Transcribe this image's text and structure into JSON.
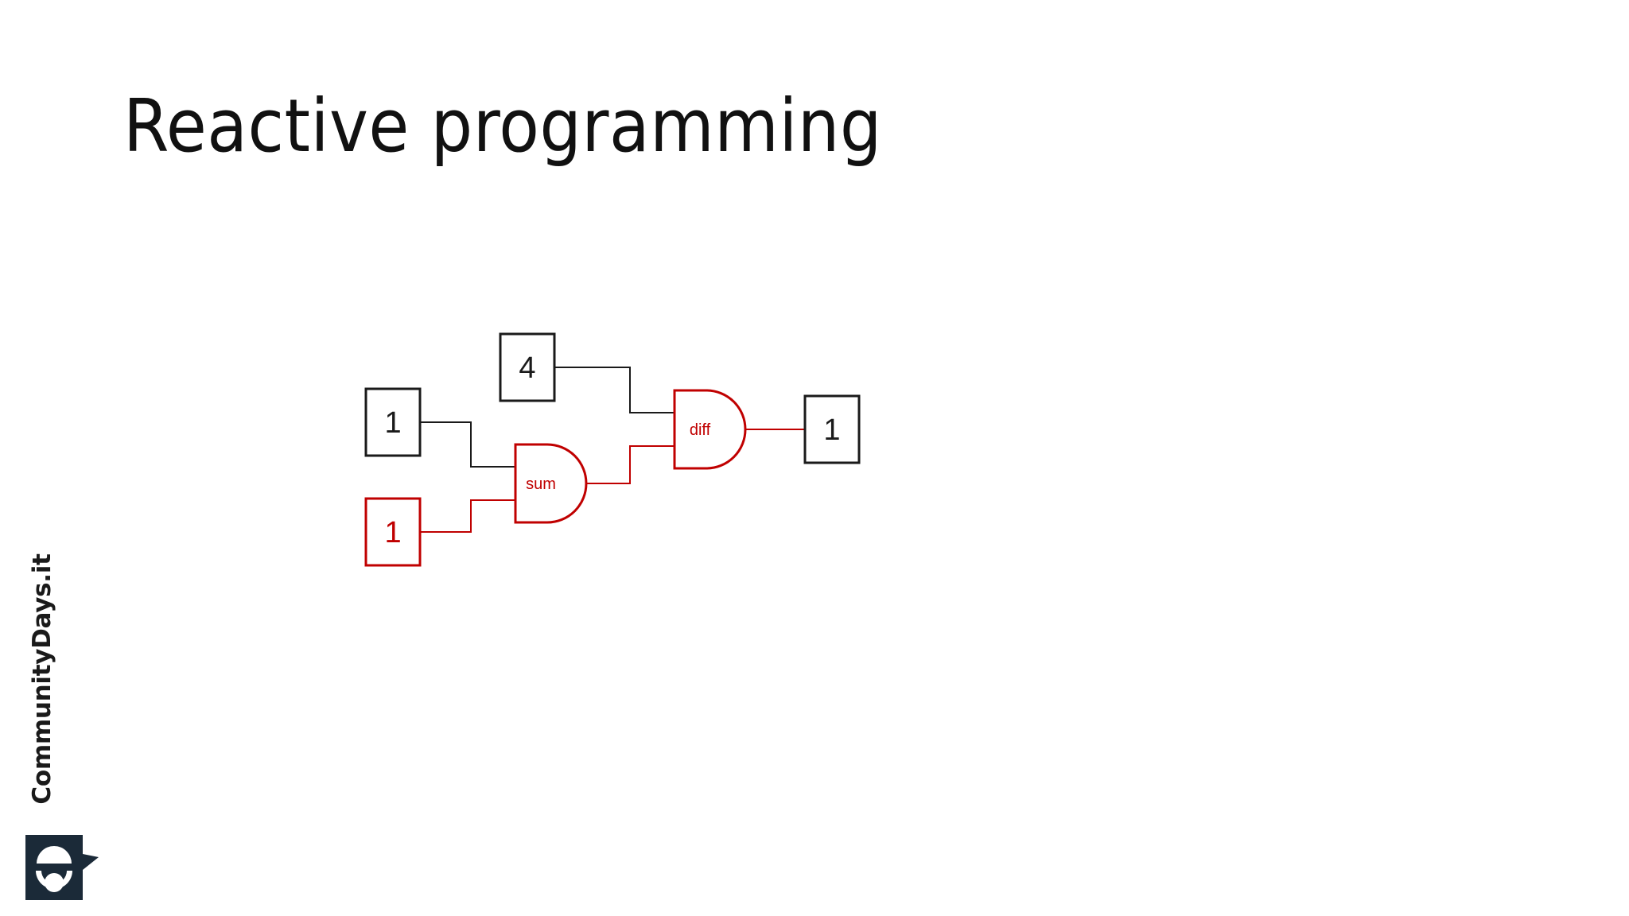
{
  "slide": {
    "title": "Reactive programming",
    "background_color": "#ffffff"
  },
  "colors": {
    "accent_red": "#c00000",
    "ink_black": "#1a1a1a",
    "logo_navy": "#1b2a38"
  },
  "diagram": {
    "type": "dataflow-graph",
    "description": "Reactive dependency graph: two input cells feed a sum node, whose output plus a third cell feed a diff node, producing an output cell.",
    "nodes": [
      {
        "id": "input-a",
        "kind": "value-box",
        "label": "1",
        "color": "#1a1a1a",
        "role": "input",
        "position": "left-upper"
      },
      {
        "id": "input-b",
        "kind": "value-box",
        "label": "4",
        "color": "#1a1a1a",
        "role": "input",
        "position": "top-middle"
      },
      {
        "id": "input-c",
        "kind": "value-box",
        "label": "1",
        "color": "#c00000",
        "role": "input",
        "position": "left-lower",
        "highlighted": true
      },
      {
        "id": "gate-sum",
        "kind": "gate",
        "label": "sum",
        "color": "#c00000",
        "role": "operator"
      },
      {
        "id": "gate-diff",
        "kind": "gate",
        "label": "diff",
        "color": "#c00000",
        "role": "operator"
      },
      {
        "id": "output",
        "kind": "value-box",
        "label": "1",
        "color": "#1a1a1a",
        "role": "output",
        "position": "right"
      }
    ],
    "edges": [
      {
        "from": "input-a",
        "to": "gate-sum",
        "color": "#1a1a1a"
      },
      {
        "from": "input-c",
        "to": "gate-sum",
        "color": "#c00000"
      },
      {
        "from": "input-b",
        "to": "gate-diff",
        "color": "#1a1a1a"
      },
      {
        "from": "gate-sum",
        "to": "gate-diff",
        "color": "#c00000"
      },
      {
        "from": "gate-diff",
        "to": "output",
        "color": "#c00000"
      }
    ]
  },
  "branding": {
    "text": "CommunityDays.it",
    "logo_name": "communitydays-logo"
  }
}
